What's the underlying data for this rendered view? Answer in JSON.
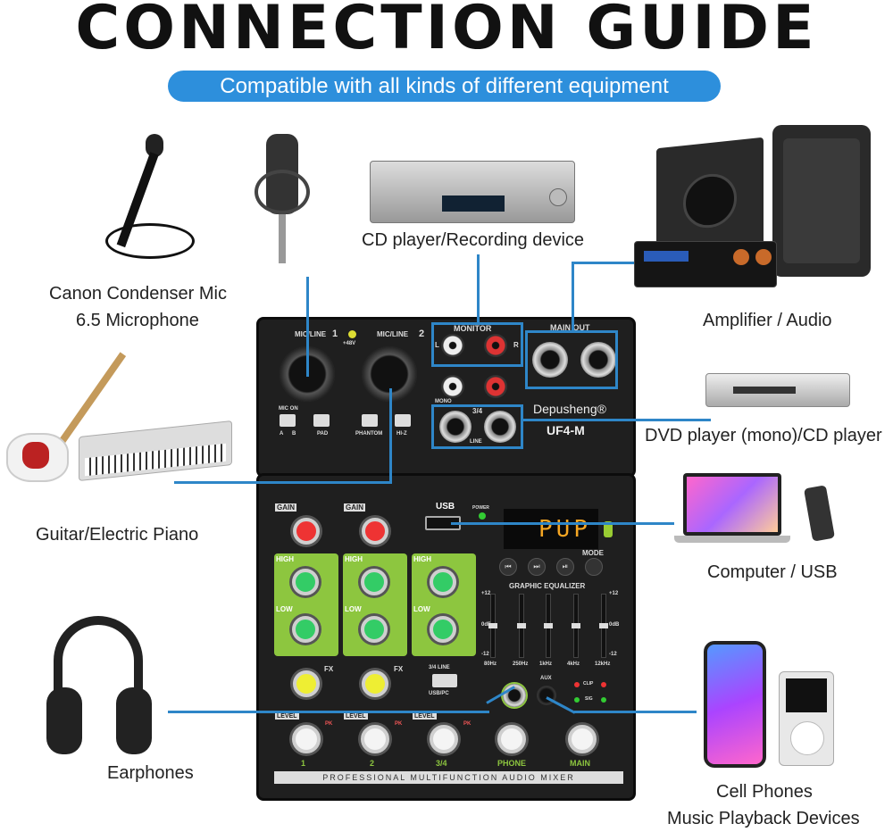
{
  "title": "CONNECTION GUIDE",
  "subtitle": "Compatible with all kinds of different equipment",
  "labels": {
    "cd": "CD player/Recording device",
    "mic1": "Canon Condenser Mic",
    "mic2": "6.5 Microphone",
    "amp": "Amplifier /  Audio",
    "dvd": "DVD player (mono)/CD player",
    "guitar": "Guitar/Electric Piano",
    "computer": "Computer /  USB",
    "earphones": "Earphones",
    "phones1": "Cell Phones",
    "phones2": "Music Playback Devices"
  },
  "mixer": {
    "brand": "Depusheng®",
    "model": "UF4-M",
    "mic_line_1": "MIC/LINE",
    "ch1": "1",
    "mic_line_2": "MIC/LINE",
    "ch2": "2",
    "v48": "+48V",
    "mic_on": "MIC ON",
    "a": "A",
    "b": "B",
    "pad": "PAD",
    "phantom": "PHANTOM",
    "hiz": "HI-Z",
    "monitor": "MONITOR",
    "main_out": "MAIN OUT",
    "l": "L",
    "r": "R",
    "mono": "MONO",
    "ch34": "3/4",
    "line": "LINE",
    "usb": "USB",
    "power": "POWER",
    "display": "PUP",
    "mode": "MODE",
    "geq": "GRAPHIC EQUALIZER",
    "geq_top": "+12",
    "geq_mid": "0dB",
    "geq_bot": "-12",
    "freqs": [
      "80Hz",
      "250Hz",
      "1kHz",
      "4kHz",
      "12kHz"
    ],
    "gain": "GAIN",
    "high": "HIGH",
    "low": "LOW",
    "fx": "FX",
    "level": "LEVEL",
    "pk": "PK",
    "switch_top": "3/4 LINE",
    "switch_bot": "USB/PC",
    "aux": "AUX",
    "clip": "CLIP",
    "sig": "SIG",
    "ch_labels": [
      "1",
      "2",
      "3/4",
      "PHONE",
      "MAIN"
    ],
    "banner": "PROFESSIONAL MULTIFUNCTION AUDIO MIXER"
  },
  "colors": {
    "accent": "#2d8fdc",
    "line": "#2e86c8",
    "display": "#f5a623"
  }
}
